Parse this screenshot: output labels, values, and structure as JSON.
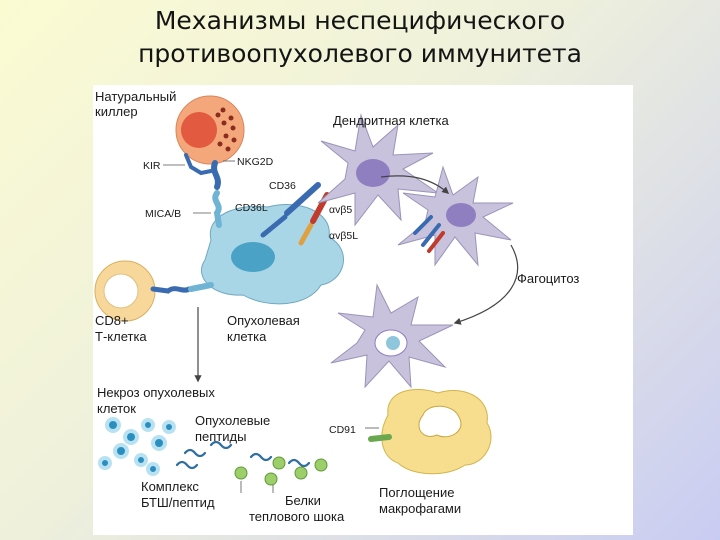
{
  "slide": {
    "title_line1": "Механизмы неспецифического",
    "title_line2": "противоопухолевого иммунитета"
  },
  "labels": {
    "nk_line1": "Натуральный",
    "nk_line2": "киллер",
    "kir": "KIR",
    "nkg2d": "NKG2D",
    "mica": "MICA/B",
    "cd36": "CD36",
    "cd36l": "CD36L",
    "avb5": "αvβ5",
    "avb5l": "αvβ5L",
    "dendritic": "Дендритная клетка",
    "phagocytosis": "Фагоцитоз",
    "cd8_line1": "CD8+",
    "cd8_line2": "Т-клетка",
    "tumor_line1": "Опухолевая",
    "tumor_line2": "клетка",
    "necrosis_line1": "Некроз опухолевых",
    "necrosis_line2": "клеток",
    "peptides_line1": "Опухолевые",
    "peptides_line2": "пептиды",
    "cd91": "CD91",
    "complex_line1": "Комплекс",
    "complex_line2": "БТШ/пептид",
    "hsp_line1": "Белки",
    "hsp_line2": "теплового шока",
    "uptake_line1": "Поглощение",
    "uptake_line2": "макрофагами"
  },
  "colors": {
    "nk_cell": "#f5a77c",
    "tcell": "#f8d89a",
    "tumor": "#a9d6e6",
    "dendritic": "#c8c2dc",
    "macrophage": "#f6de8e",
    "receptor_blue": "#3a6bb0",
    "receptor_red": "#c23a2c",
    "necrotic": "#2a8fbf",
    "hsp": "#9ccf6a"
  }
}
